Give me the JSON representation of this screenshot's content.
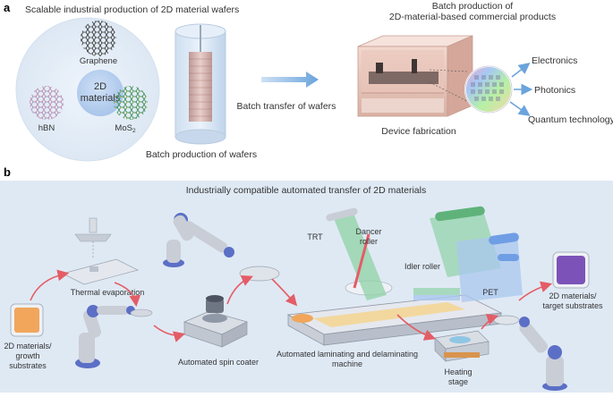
{
  "panel_a": {
    "letter": "a",
    "left_title": "Scalable industrial production of 2D material wafers",
    "right_title_line1": "Batch production of",
    "right_title_line2": "2D-material-based commercial products",
    "materials": {
      "center_line1": "2D",
      "center_line2": "materials",
      "graphene": "Graphene",
      "hbn": "hBN",
      "mos2_base": "MoS",
      "mos2_sub": "2"
    },
    "batch_production": "Batch production of wafers",
    "batch_transfer": "Batch transfer of wafers",
    "device_fabrication": "Device fabrication",
    "applications": [
      "Electronics",
      "Photonics",
      "Quantum technology"
    ]
  },
  "panel_b": {
    "letter": "b",
    "title": "Industrially compatible automated transfer of 2D materials",
    "labels": {
      "thermal_evaporation": "Thermal evaporation",
      "growth_line1": "2D materials/",
      "growth_line2": "growth",
      "growth_line3": "substrates",
      "spin_coater": "Automated spin coater",
      "tape_trt": "TRT",
      "dancer_line1": "Dancer",
      "dancer_line2": "roller",
      "idler": "Idler roller",
      "pet": "PET",
      "machine_line1": "Automated laminating and delaminating",
      "machine_line2": "machine",
      "heating_line1": "Heating",
      "heating_line2": "stage",
      "target_line1": "2D materials/",
      "target_line2": "target substrates"
    }
  },
  "colors": {
    "panel_b_bg": "#dfe9f4",
    "arrow_blue": "#6aa4dc",
    "arrow_red": "#e45d66",
    "robot_blue": "#5b6fc6",
    "robot_gray": "#c9cdd6",
    "orange_substrate": "#f1a65c",
    "purple_substrate": "#7c52b8",
    "tape_green": "#8fd2a6",
    "tape_blue": "#a9c7ef"
  }
}
